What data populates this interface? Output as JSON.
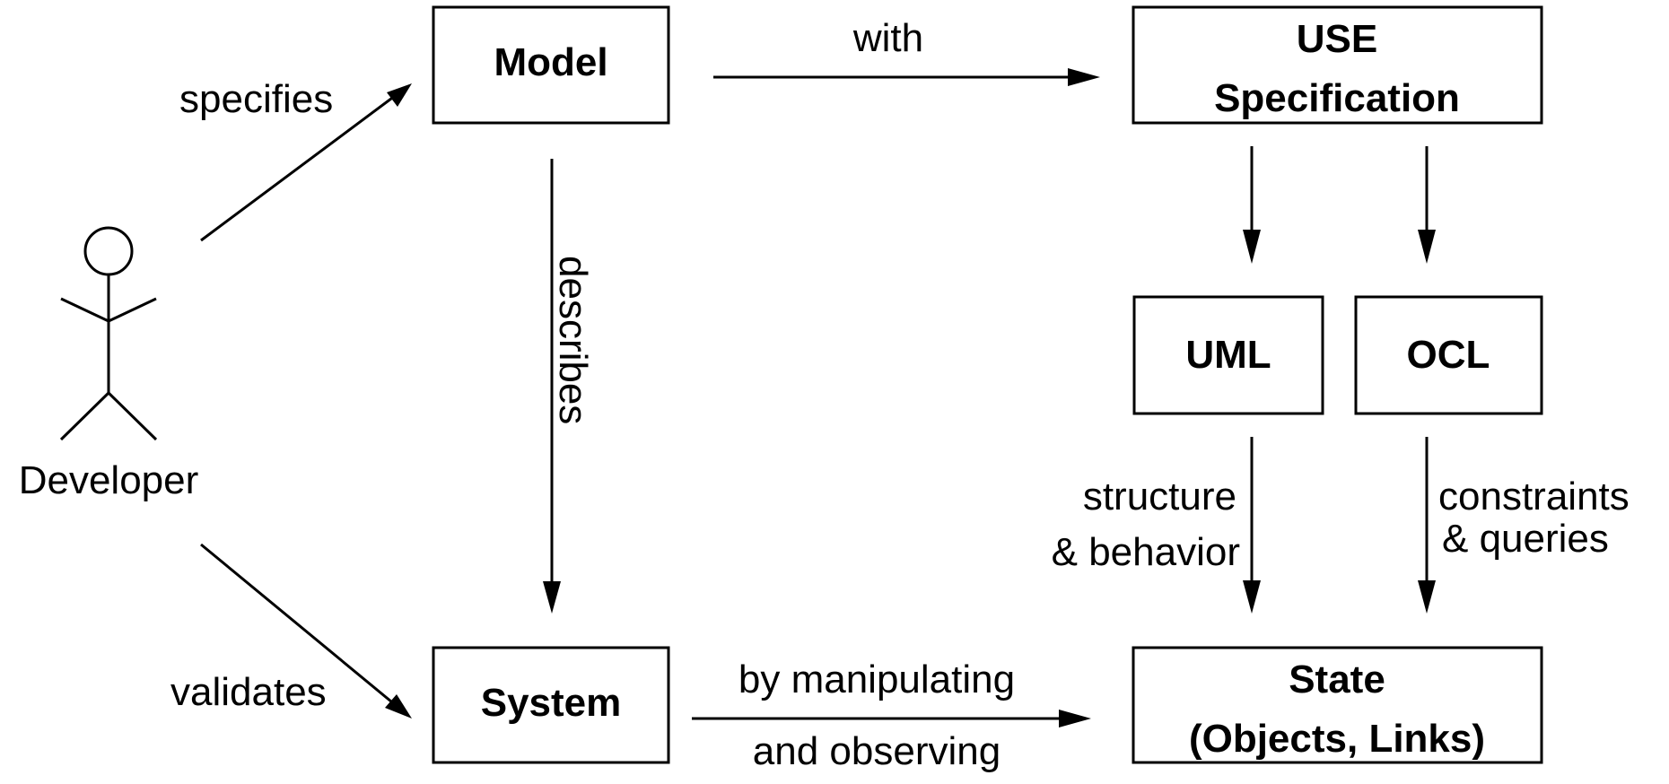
{
  "nodes": {
    "model": "Model",
    "use_spec_line1": "USE",
    "use_spec_line2": "Specification",
    "uml": "UML",
    "ocl": "OCL",
    "system": "System",
    "state_line1": "State",
    "state_line2": "(Objects, Links)"
  },
  "actor": {
    "label": "Developer"
  },
  "edges": {
    "specifies": "specifies",
    "with": "with",
    "describes": "describes",
    "validates": "validates",
    "by_manipulating": "by manipulating",
    "and_observing": "and observing",
    "structure": "structure",
    "and_behavior": "& behavior",
    "constraints": "constraints",
    "and_queries": "& queries"
  },
  "colors": {
    "stroke": "#000000",
    "background": "#ffffff"
  }
}
